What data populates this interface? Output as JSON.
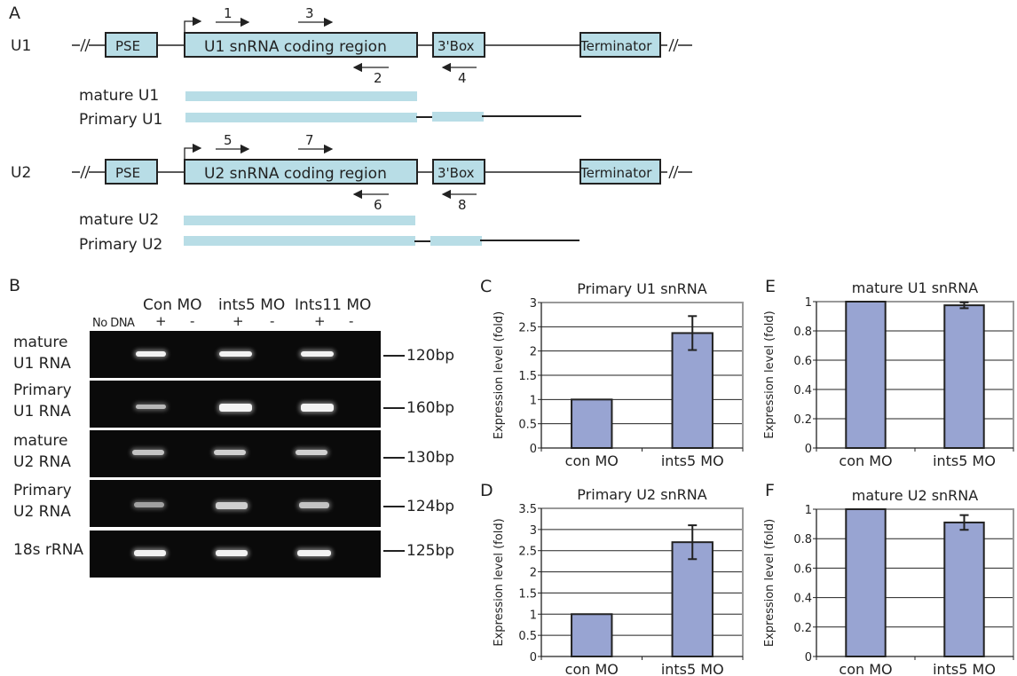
{
  "panelA": {
    "letter": "A",
    "genes": [
      {
        "name": "U1",
        "pse": "PSE",
        "coding": "U1 snRNA coding region",
        "box3": "3'Box",
        "terminator": "Terminator",
        "primers_fwd": [
          "1",
          "3"
        ],
        "primers_rev": [
          "2",
          "4"
        ],
        "mature_label": "mature U1",
        "primary_label": "Primary U1"
      },
      {
        "name": "U2",
        "pse": "PSE",
        "coding": "U2 snRNA coding region",
        "box3": "3'Box",
        "terminator": "Terminator",
        "primers_fwd": [
          "5",
          "7"
        ],
        "primers_rev": [
          "6",
          "8"
        ],
        "mature_label": "mature U2",
        "primary_label": "Primary U2"
      }
    ],
    "colors": {
      "box_fill": "#b8dde6",
      "line": "#222222"
    }
  },
  "panelB": {
    "letter": "B",
    "groups": [
      "Con MO",
      "ints5 MO",
      "Ints11 MO"
    ],
    "no_dna": "No DNA",
    "signs": [
      "+",
      "-",
      "+",
      "-",
      "+",
      "-"
    ],
    "rows": [
      {
        "label1": "mature",
        "label2": "U1 RNA",
        "size": "120bp"
      },
      {
        "label1": "Primary",
        "label2": "U1 RNA",
        "size": "160bp"
      },
      {
        "label1": "mature",
        "label2": "U2 RNA",
        "size": "130bp"
      },
      {
        "label1": "Primary",
        "label2": "U2 RNA",
        "size": "124bp"
      },
      {
        "label1": "18s rRNA",
        "label2": "",
        "size": "125bp"
      }
    ]
  },
  "chart_data": [
    {
      "id": "C",
      "type": "bar",
      "title": "Primary U1 snRNA",
      "ylabel": "Expression level (fold)",
      "categories": [
        "con MO",
        "ints5 MO"
      ],
      "values": [
        1.0,
        2.37
      ],
      "errors": [
        0,
        0.35
      ],
      "ylim": [
        0,
        3
      ],
      "yticks": [
        "0",
        "0.5",
        "1",
        "1.5",
        "2",
        "2.5",
        "3"
      ],
      "ystep": 0.5,
      "grid": true
    },
    {
      "id": "D",
      "type": "bar",
      "title": "Primary U2 snRNA",
      "ylabel": "Expression level (fold)",
      "categories": [
        "con MO",
        "ints5 MO"
      ],
      "values": [
        1.0,
        2.7
      ],
      "errors": [
        0,
        0.4
      ],
      "ylim": [
        0,
        3.5
      ],
      "yticks": [
        "0",
        "0.5",
        "1",
        "1.5",
        "2",
        "2.5",
        "3",
        "3.5"
      ],
      "ystep": 0.5,
      "grid": true
    },
    {
      "id": "E",
      "type": "bar",
      "title": "mature U1 snRNA",
      "ylabel": "Expression level (fold)",
      "categories": [
        "con MO",
        "ints5 MO"
      ],
      "values": [
        1.0,
        0.975
      ],
      "errors": [
        0,
        0.02
      ],
      "ylim": [
        0,
        1
      ],
      "yticks": [
        "0",
        "0.2",
        "0.4",
        "0.6",
        "0.8",
        "1"
      ],
      "ystep": 0.2,
      "grid": true
    },
    {
      "id": "F",
      "type": "bar",
      "title": "mature U2 snRNA",
      "ylabel": "Expression level (fold)",
      "categories": [
        "con MO",
        "ints5 MO"
      ],
      "values": [
        1.0,
        0.91
      ],
      "errors": [
        0,
        0.05
      ],
      "ylim": [
        0,
        1
      ],
      "yticks": [
        "0",
        "0.2",
        "0.4",
        "0.6",
        "0.8",
        "1"
      ],
      "ystep": 0.2,
      "grid": true
    }
  ],
  "colors": {
    "bar_fill": "#98a4d2",
    "bar_stroke": "#222222",
    "frame": "#999999"
  }
}
